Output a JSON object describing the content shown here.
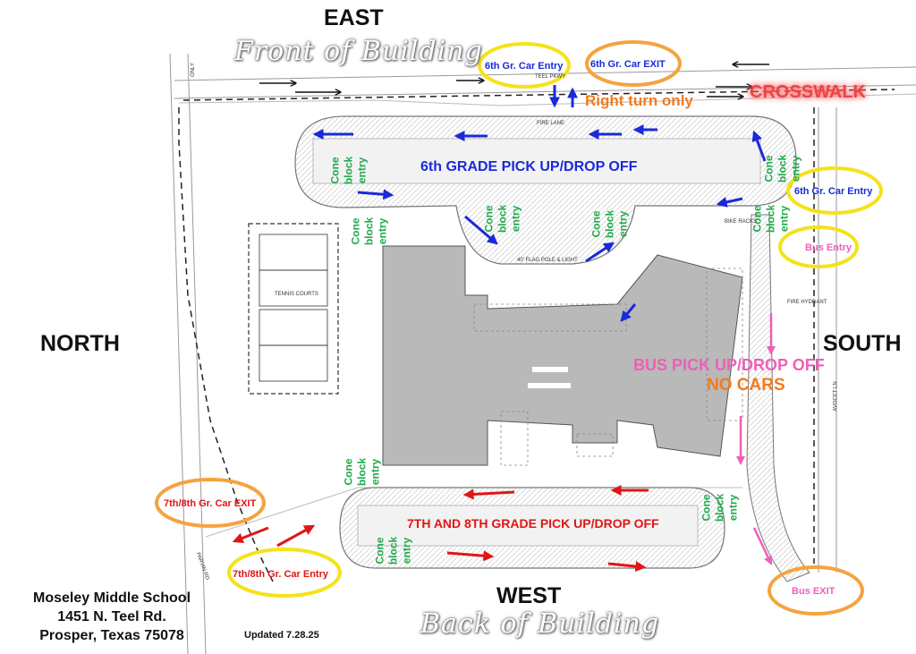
{
  "directions": {
    "east": "EAST",
    "west": "WEST",
    "north": "NORTH",
    "south": "SOUTH"
  },
  "front_label": "Front of Building",
  "back_label": "Back of Building",
  "crosswalk": "CROSSWALK",
  "right_turn": "Right turn only",
  "sixth_zone": "6th GRADE PICK UP/DROP OFF",
  "seventh_zone": "7TH AND 8TH GRADE PICK UP/DROP OFF",
  "bus_zone": "BUS PICK UP/DROP OFF",
  "no_cars": "NO CARS",
  "ovals": {
    "sixth_entry_top": "6th Gr. Car Entry",
    "sixth_exit_top": "6th Gr. Car EXIT",
    "sixth_entry_right": "6th Gr. Car Entry",
    "bus_entry": "Bus Entry",
    "bus_exit": "Bus EXIT",
    "seventh_exit": "7th/8th Gr. Car EXIT",
    "seventh_entry": "7th/8th Gr. Car Entry"
  },
  "cone_label": "Cone block entry",
  "school": {
    "name": "Moseley Middle School",
    "street": "1451 N. Teel Rd.",
    "city": "Prosper, Texas 75078"
  },
  "updated": "Updated 7.28.25",
  "plan_labels": {
    "tennis": "TENNIS COURTS",
    "fire_lane": "FIRE LANE",
    "fire_hydrant": "FIRE HYDRANT",
    "bike_racks": "BIKE RACKS",
    "flag_pole": "40' FLAG POLE & LIGHT",
    "teel": "TEEL PKWY",
    "only": "ONLY",
    "parvin": "PARVIN RD",
    "avocet": "AVOCET LN"
  },
  "colors": {
    "sixth": "#1a2ad8",
    "seventh": "#e01616",
    "bus": "#ef5fb8",
    "cone": "#1faa4a",
    "oval_yellow": "#f5e21a",
    "oval_orange": "#f5a340",
    "building": "#b9b9b9"
  }
}
